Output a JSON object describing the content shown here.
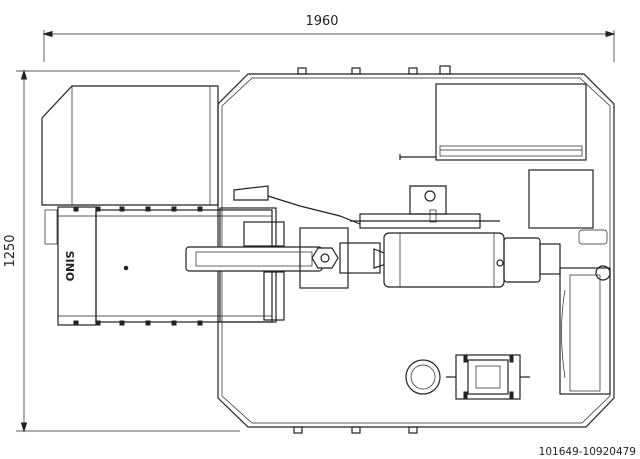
{
  "dimensions": {
    "width_label": "1960",
    "height_label": "1250"
  },
  "machine": {
    "logo_text": "SINO"
  },
  "footer": {
    "image_id": "101649-10920479"
  }
}
